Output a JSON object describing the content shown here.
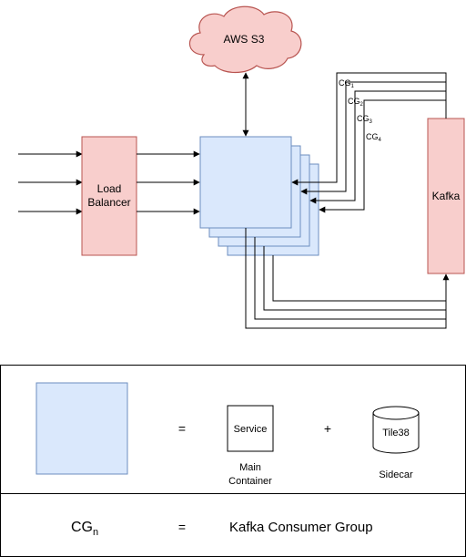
{
  "diagram": {
    "s3_label": "AWS S3",
    "load_balancer_line1": "Load",
    "load_balancer_line2": "Balancer",
    "kafka_label": "Kafka",
    "consumer_groups": [
      {
        "base": "CG",
        "sub": "1"
      },
      {
        "base": "CG",
        "sub": "2"
      },
      {
        "base": "CG",
        "sub": "3"
      },
      {
        "base": "CG",
        "sub": "4"
      }
    ]
  },
  "legend": {
    "equals_1": "=",
    "service_label": "Service",
    "plus": "+",
    "tile38_label": "Tile38",
    "main_container_line1": "Main",
    "main_container_line2": "Container",
    "sidecar_label": "Sidecar",
    "cg_base": "CG",
    "cg_sub": "n",
    "equals_2": "=",
    "cg_definition": "Kafka Consumer Group"
  },
  "colors": {
    "pink_fill": "#f8cecc",
    "pink_stroke": "#b85450",
    "blue_fill": "#dae8fc",
    "blue_stroke": "#6c8ebf"
  }
}
